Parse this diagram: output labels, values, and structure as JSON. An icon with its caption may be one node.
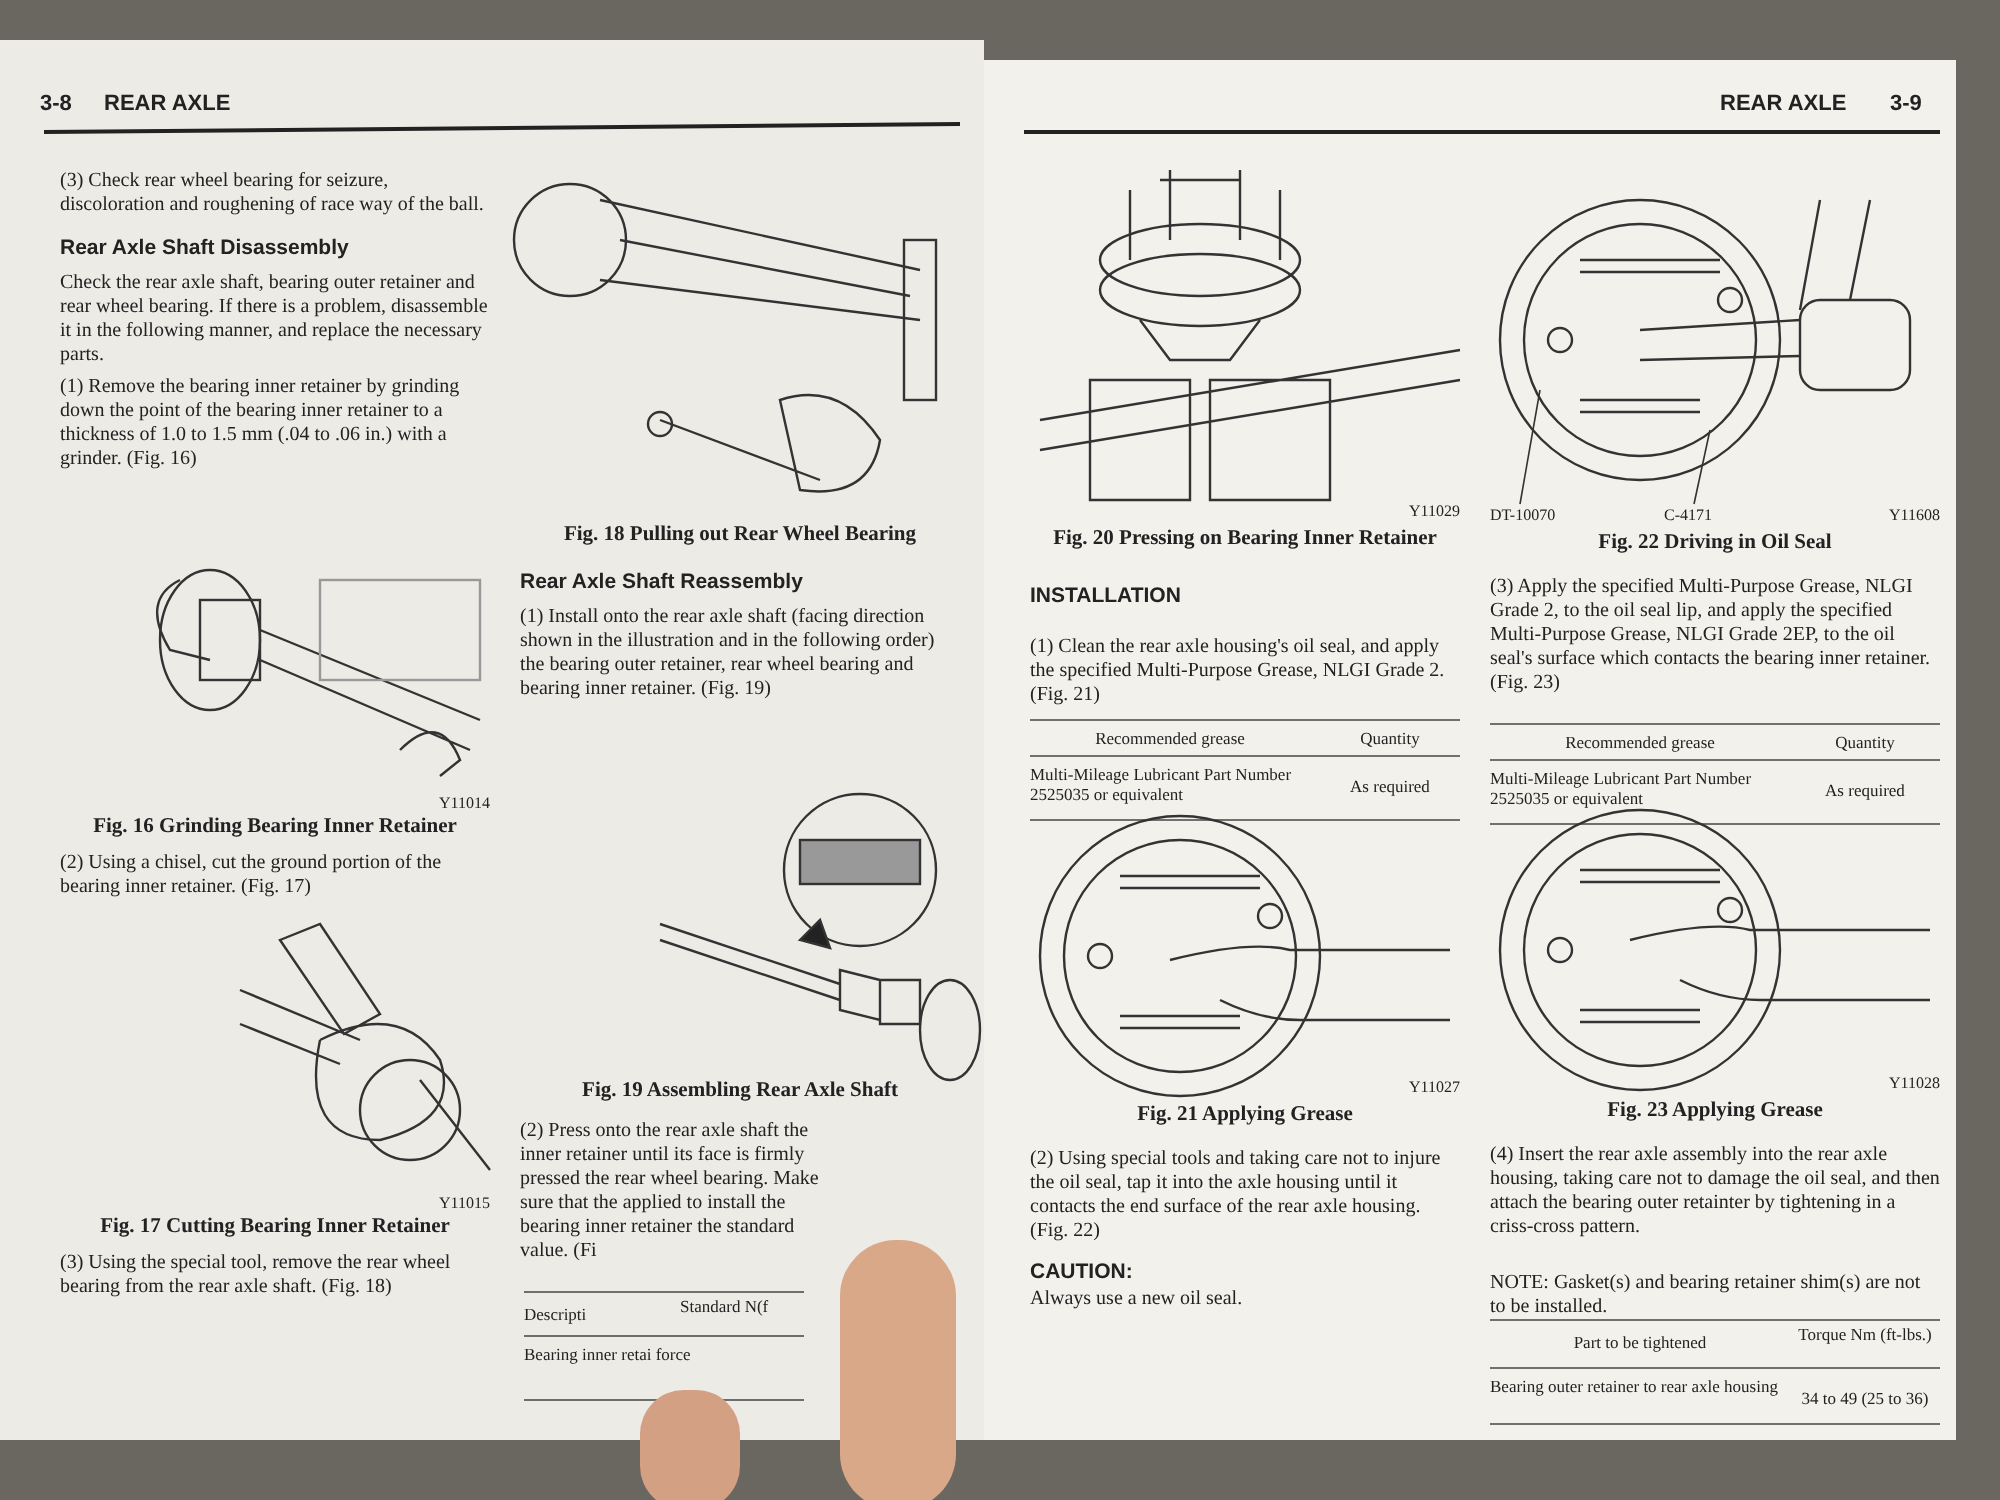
{
  "diagram": {
    "nodes": [
      {
        "text": [
          "DT-10070"
        ]
      },
      {
        "text": [
          "C-4171"
        ]
      }
    ],
    "edges": [
      {
        "from": 0,
        "to": null,
        "arrow": "none"
      },
      {
        "from": 1,
        "to": null,
        "arrow": "none"
      }
    ],
    "labels": [
      "3-8",
      "REAR AXLE",
      "(3) Check rear wheel bearing for seizure, discoloration and roughening of race way of the ball.",
      "Rear Axle Shaft Disassembly",
      "Check the rear axle shaft, bearing outer retainer and rear wheel bearing. If there is a problem, disassemble it in the following manner, and replace the necessary parts.",
      "(1) Remove the bearing inner retainer by grinding down the point of the bearing inner retainer to a thickness of 1.0 to 1.5 mm (.04 to .06 in.) with a grinder. (Fig. 16)",
      "Y11014",
      "Fig. 16 Grinding Bearing Inner Retainer",
      "(2) Using a chisel, cut the ground portion of the bearing inner retainer. (Fig. 17)",
      "Y11015",
      "Fig. 17 Cutting Bearing Inner Retainer",
      "(3) Using the special tool, remove the rear wheel bearing from the rear axle shaft. (Fig. 18)",
      "Fig. 18 Pulling out Rear Wheel Bearing",
      "Rear Axle Shaft Reassembly",
      "(1) Install onto the rear axle shaft (facing direction shown in the illustration and in the following order) the bearing outer retainer, rear wheel bearing and bearing inner retainer. (Fig. 19)",
      "Fig. 19 Assembling Rear Axle Shaft",
      "(2) Press onto the rear axle shaft the inner retainer until its face is firmly pressed the rear wheel bearing. Make sure that the applied to install the bearing inner retainer the standard value. (Fi",
      "Descripti",
      "Standard N(f",
      "Bearing inner retai force",
      "REAR AXLE",
      "3-9",
      "Y11029",
      "Fig. 20 Pressing on Bearing Inner Retainer",
      "INSTALLATION",
      "(1) Clean the rear axle housing's oil seal, and apply the specified Multi-Purpose Grease, NLGI Grade 2. (Fig. 21)",
      "Recommended grease",
      "Quantity",
      "Multi-Mileage Lubricant Part Number 2525035 or equivalent",
      "As required",
      "Y11027",
      "Fig. 21 Applying Grease",
      "(2) Using special tools and taking care not to injure the oil seal, tap it into the axle housing until it contacts the end surface of the rear axle housing. (Fig. 22)",
      "CAUTION:",
      "Always use a new oil seal.",
      "Y11608",
      "Fig. 22 Driving in Oil Seal",
      "(3) Apply the specified Multi-Purpose Grease, NLGI Grade 2, to the oil seal lip, and apply the specified Multi-Purpose Grease, NLGI Grade 2EP, to the oil seal's surface which contacts the bearing inner retainer. (Fig. 23)",
      "Recommended grease",
      "Quantity",
      "Multi-Mileage Lubricant Part Number 2525035 or equivalent",
      "As required",
      "Y11028",
      "Fig. 23 Applying Grease",
      "(4) Insert the rear axle assembly into the rear axle housing, taking care not to damage the oil seal, and then attach the bearing outer retainter by tightening in a criss-cross pattern.",
      "NOTE: Gasket(s) and bearing retainer shim(s) are not to be installed.",
      "Part to be tightened",
      "Torque Nm (ft-lbs.)",
      "Bearing outer retainer to rear axle housing",
      "34 to 49 (25 to 36)"
    ]
  }
}
